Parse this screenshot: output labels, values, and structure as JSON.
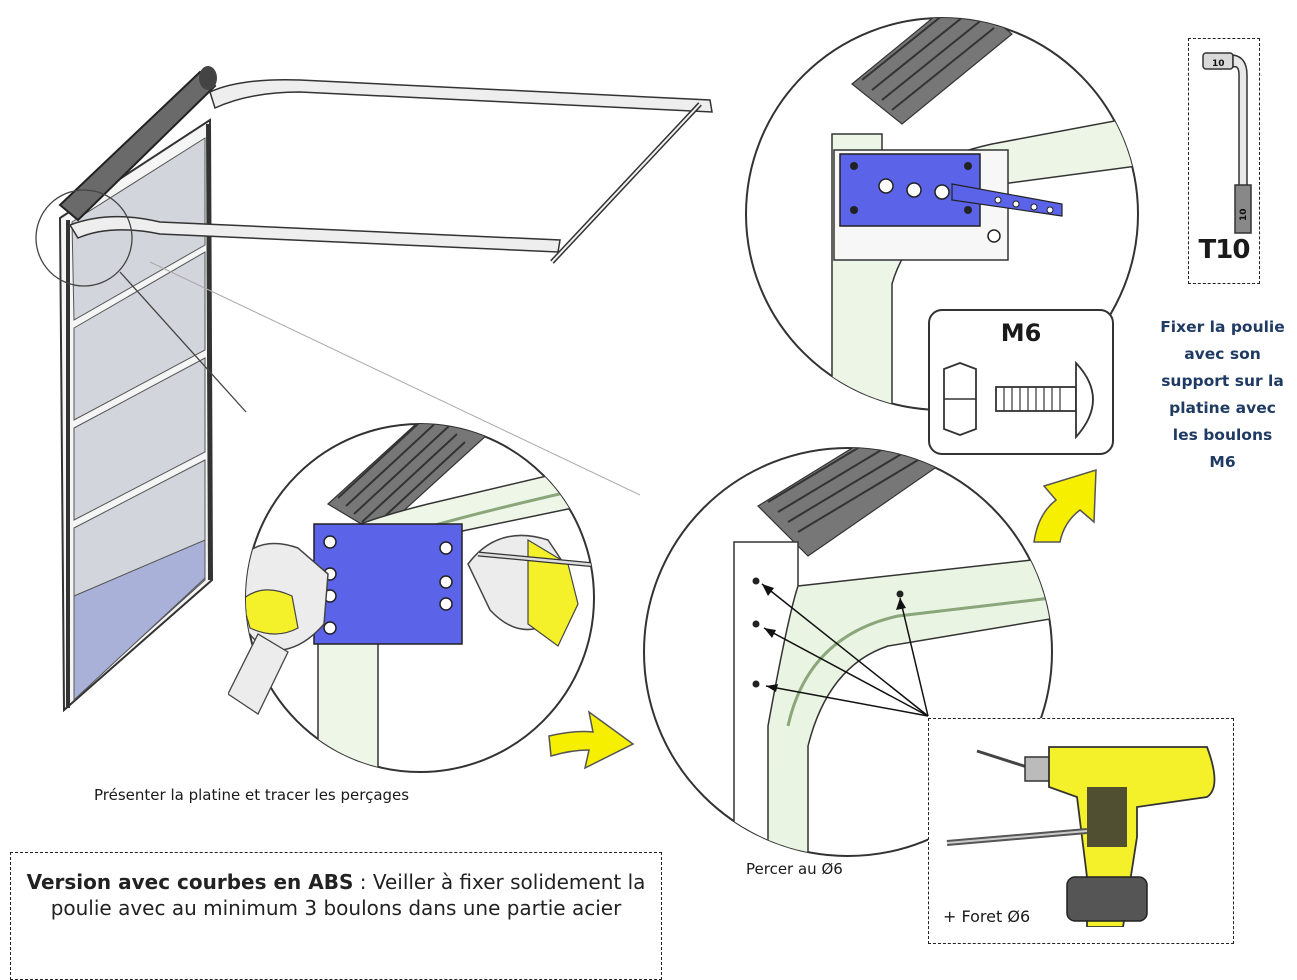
{
  "captions": {
    "step1": "Présenter la platine et tracer les perçages",
    "step2": "Percer au Ø6",
    "step3": "Fixer la poulie avec son support sur la platine avec les boulons M6"
  },
  "step3_lines": [
    "Fixer la poulie",
    "avec son",
    "support sur la",
    "platine avec",
    "les boulons",
    "M6"
  ],
  "note": {
    "bold": "Version avec courbes en ABS",
    "rest": " : Veiller à fixer solidement la poulie avec au minimum 3 boulons dans une partie acier"
  },
  "bolt": {
    "label": "M6"
  },
  "wrench": {
    "label": "T10",
    "socket_marking": "10",
    "hex_marking": "10"
  },
  "drill": {
    "bit_label": "+ Foret Ø6"
  },
  "colors": {
    "plate_blue": "#5b63e8",
    "glove_yellow": "#f4f02a",
    "arrow_yellow": "#f6f000",
    "rail_green": "#e4f2dc",
    "panel_grey": "#c9ccd6",
    "panel_blue": "#a7aed6"
  }
}
